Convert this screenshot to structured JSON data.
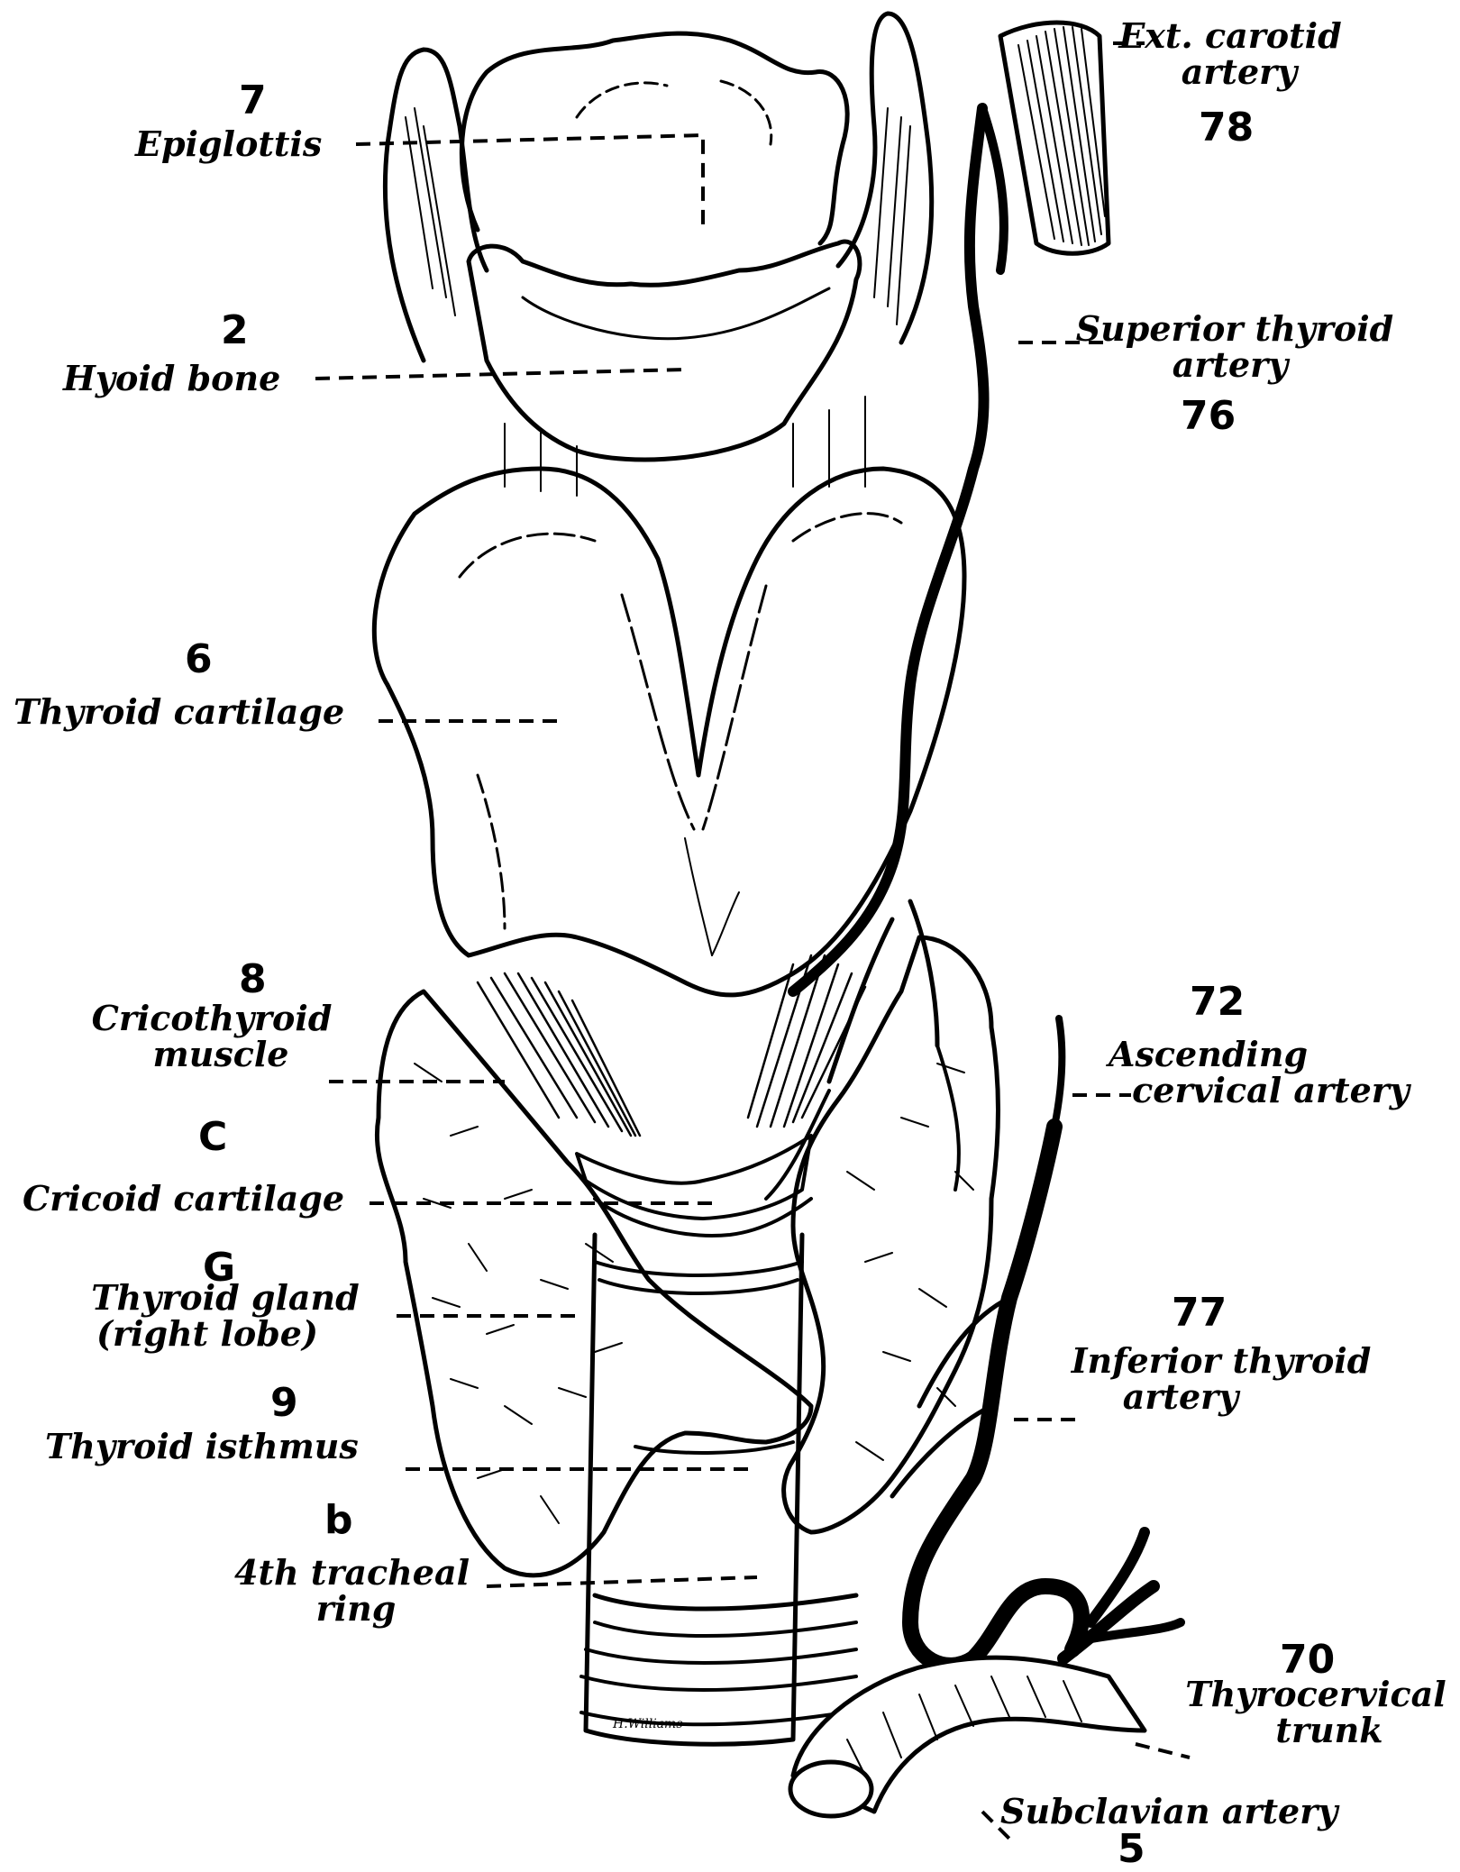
{
  "labels": {
    "epiglottis": "Epiglottis",
    "hyoid": "Hyoid bone",
    "thyroid_cartilage": "Thyroid cartilage",
    "cricothyroid_1": "Cricothyroid",
    "cricothyroid_2": "muscle",
    "cricoid": "Cricoid cartilage",
    "thyroid_gland_1": "Thyroid gland",
    "thyroid_gland_2": "(right lobe)",
    "isthmus": "Thyroid isthmus",
    "tracheal_1": "4th tracheal",
    "tracheal_2": "ring",
    "ext_carotid_1": "Ext. carotid",
    "ext_carotid_2": "artery",
    "sup_thyroid_1": "Superior thyroid",
    "sup_thyroid_2": "artery",
    "asc_cervical_1": "Ascending",
    "asc_cervical_2": "cervical artery",
    "inf_thyroid_1": "Inferior thyroid",
    "inf_thyroid_2": "artery",
    "thyrocervical_1": "Thyrocervical",
    "thyrocervical_2": "trunk",
    "subclavian": "Subclavian artery",
    "signature": "H.Williams"
  },
  "numbers": {
    "epiglottis": "7",
    "hyoid": "2",
    "thyroid_cartilage": "6",
    "cricothyroid": "8",
    "cricoid": "C",
    "thyroid_gland": "G",
    "isthmus": "9",
    "tracheal": "b",
    "ext_carotid": "78",
    "sup_thyroid": "76",
    "asc_cervical": "72",
    "inf_thyroid": "77",
    "thyrocervical": "70",
    "subclavian": "5"
  }
}
